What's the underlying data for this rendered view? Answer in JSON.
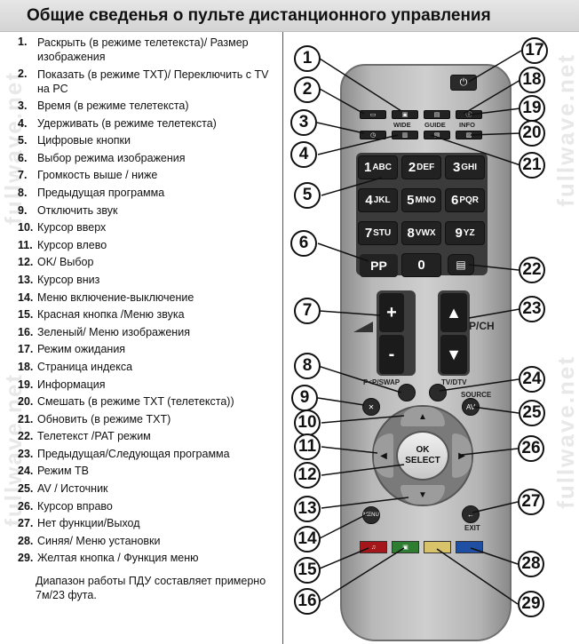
{
  "page": {
    "title": "Общие сведенья о пульте дистанционного управления",
    "watermark": "fullwave.net"
  },
  "items": [
    {
      "num": "1.",
      "text": "Раскрыть (в режиме телетекста)/ Размер изображения"
    },
    {
      "num": "2.",
      "text": "Показать (в режиме TXT)/ Переключить с TV на PC"
    },
    {
      "num": "3.",
      "text": "Время (в режиме телетекста)"
    },
    {
      "num": "4.",
      "text": "Удерживать (в режиме телетекста)"
    },
    {
      "num": "5.",
      "text": "Цифровые кнопки"
    },
    {
      "num": "6.",
      "text": "Выбор режима изображения"
    },
    {
      "num": "7.",
      "text": "Громкость выше / ниже"
    },
    {
      "num": "8.",
      "text": "Предыдущая программа"
    },
    {
      "num": "9.",
      "text": "Отключить звук"
    },
    {
      "num": "10.",
      "text": "Курсор вверх"
    },
    {
      "num": "11.",
      "text": "Курсор влево"
    },
    {
      "num": "12.",
      "text": "OK/ Выбор"
    },
    {
      "num": "13.",
      "text": "Курсор вниз"
    },
    {
      "num": "14.",
      "text": "Меню включение-выключение"
    },
    {
      "num": "15.",
      "text": "Красная кнопка /Меню звука"
    },
    {
      "num": "16.",
      "text": "Зеленый/ Меню изображения"
    },
    {
      "num": "17.",
      "text": "Режим ожидания"
    },
    {
      "num": "18.",
      "text": "Страница индекса"
    },
    {
      "num": "19.",
      "text": "Информация"
    },
    {
      "num": "20.",
      "text": "Смешать (в режиме TXT (телетекста))"
    },
    {
      "num": "21.",
      "text": "Обновить (в режиме TXT)"
    },
    {
      "num": "22.",
      "text": "Телетекст /PAT режим"
    },
    {
      "num": "23.",
      "text": "Предыдущая/Следующая программа"
    },
    {
      "num": "24.",
      "text": "Режим ТВ"
    },
    {
      "num": "25.",
      "text": "AV / Источник"
    },
    {
      "num": "26.",
      "text": "Курсор вправо"
    },
    {
      "num": "27.",
      "text": "Нет функции/Выход"
    },
    {
      "num": "28.",
      "text": "Синяя/ Меню установки"
    },
    {
      "num": "29.",
      "text": "Желтая кнопка / Функция меню"
    }
  ],
  "note": "Диапазон работы ПДУ составляет примерно 7м/23 фута.",
  "remote": {
    "power_symbol": "⏻",
    "labels": {
      "wide": "WIDE",
      "guide": "GUIDE",
      "info": "INFO",
      "pp": "PP",
      "p_swap": "P<P/SWAP",
      "tv_dtv": "TV/DTV",
      "source": "SOURCE",
      "av": "AV",
      "pch": "P/CH",
      "ok_line1": "OK",
      "ok_line2": "SELECT",
      "menu": "MENU",
      "exit": "EXIT",
      "plus": "+",
      "minus": "-",
      "up": "▲",
      "down": "▼",
      "left": "◀",
      "right": "▶",
      "mute": "✕",
      "exit_symbol": "←"
    },
    "numbers": [
      {
        "digit": "1",
        "letters": "ABC"
      },
      {
        "digit": "2",
        "letters": "DEF"
      },
      {
        "digit": "3",
        "letters": "GHI"
      },
      {
        "digit": "4",
        "letters": "JKL"
      },
      {
        "digit": "5",
        "letters": "MNO"
      },
      {
        "digit": "6",
        "letters": "PQR"
      },
      {
        "digit": "7",
        "letters": "STU"
      },
      {
        "digit": "8",
        "letters": "VWX"
      },
      {
        "digit": "9",
        "letters": "YZ"
      },
      {
        "digit": "0",
        "letters": ""
      }
    ],
    "callouts": [
      "1",
      "2",
      "3",
      "4",
      "5",
      "6",
      "7",
      "8",
      "9",
      "10",
      "11",
      "12",
      "13",
      "14",
      "15",
      "16",
      "17",
      "18",
      "19",
      "20",
      "21",
      "22",
      "23",
      "24",
      "25",
      "26",
      "27",
      "28",
      "29"
    ],
    "color_keys": {
      "red": "#a4161a",
      "green": "#2f7d32",
      "yellow": "#d9c36a",
      "blue": "#1f4fa3"
    }
  }
}
